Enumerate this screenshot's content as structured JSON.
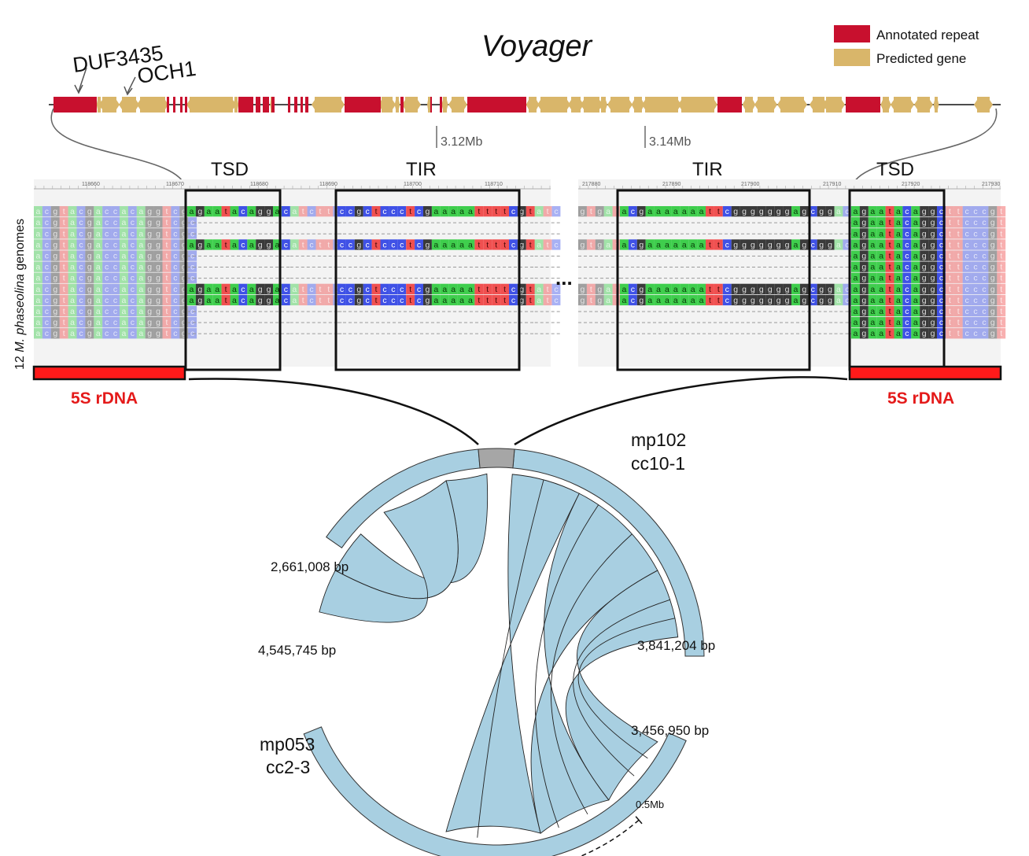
{
  "title": "Voyager",
  "legend": [
    {
      "label": "Annotated repeat",
      "color": "#c8102e"
    },
    {
      "label": "Predicted gene",
      "color": "#d9b66a"
    }
  ],
  "gene_labels": [
    "DUF3435",
    "OCH1"
  ],
  "coord_labels": [
    "3.12Mb",
    "3.14Mb"
  ],
  "alignment": {
    "y_axis_label_number": "12",
    "y_axis_label_species": "M. phaseolina",
    "y_axis_label_suffix": "genomes",
    "box_labels": [
      "TSD",
      "TIR",
      "TIR",
      "TSD"
    ],
    "left_ruler": [
      "118660",
      "118670",
      "118680",
      "118690",
      "118700",
      "118710"
    ],
    "right_ruler": [
      "217880",
      "217890",
      "217900",
      "217910",
      "217920",
      "217930"
    ],
    "rdna_label": "5S rDNA",
    "ellipsis": "...",
    "left_flank": "acgtacgaccacaggtcgc",
    "left_tsd": "agaatacaggac",
    "left_mid": "atcttc",
    "left_tir": "ccgctccctcgaaaaattttcgt",
    "left_tail": "atc",
    "right_head": "gtgat",
    "right_tir": "acgaaaaaaattcgggggggagcgg",
    "right_mid": "acgtc",
    "right_tsd": "agaatacaggc",
    "right_flank": "ttcccgt"
  },
  "circos": {
    "labels": [
      "mp102",
      "cc10-1",
      "mp053",
      "cc2-3"
    ],
    "bp_labels": [
      "2,661,008 bp",
      "4,545,745 bp",
      "3,841,204 bp",
      "3,456,950 bp"
    ],
    "scale_label": "0.5Mb",
    "colors": {
      "arc": "#a8cfe1",
      "gray_block": "#a6a6a6"
    }
  }
}
